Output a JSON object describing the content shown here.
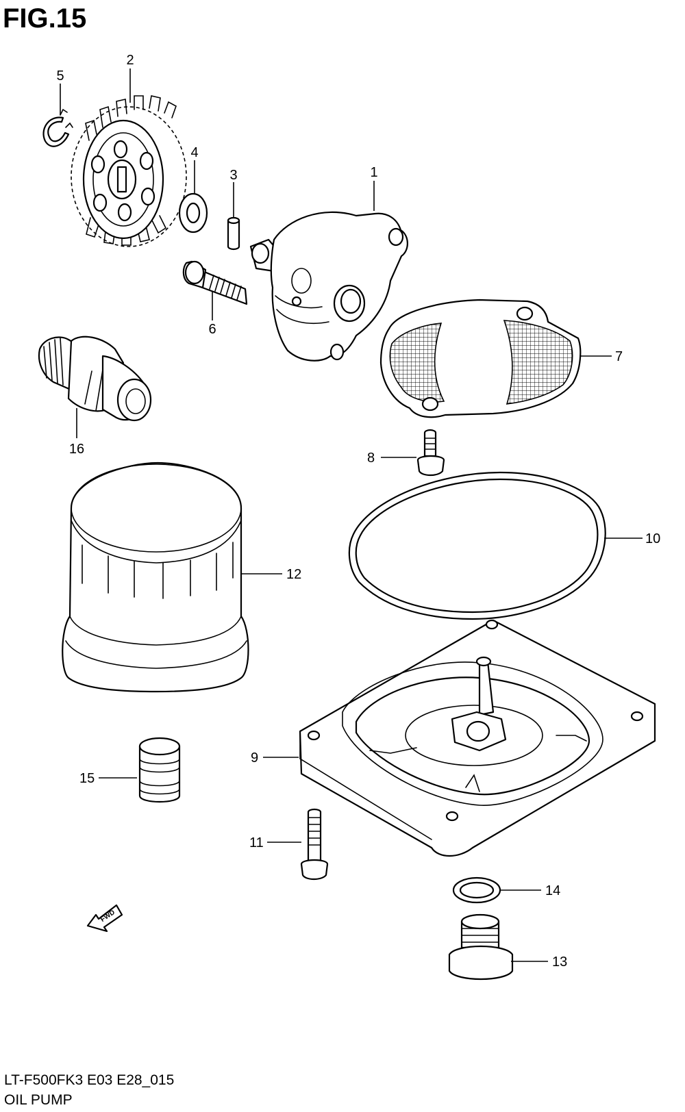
{
  "figure": {
    "title": "FIG.15",
    "model_code": "LT-F500FK3 E03 E28_015",
    "assembly_name": "OIL PUMP",
    "fwd_label": "FWD"
  },
  "callouts": [
    {
      "id": "p1",
      "label": "1"
    },
    {
      "id": "p2",
      "label": "2"
    },
    {
      "id": "p3",
      "label": "3"
    },
    {
      "id": "p4",
      "label": "4"
    },
    {
      "id": "p5",
      "label": "5"
    },
    {
      "id": "p6",
      "label": "6"
    },
    {
      "id": "p7",
      "label": "7"
    },
    {
      "id": "p8",
      "label": "8"
    },
    {
      "id": "p9",
      "label": "9"
    },
    {
      "id": "p10",
      "label": "10"
    },
    {
      "id": "p11",
      "label": "11"
    },
    {
      "id": "p12",
      "label": "12"
    },
    {
      "id": "p13",
      "label": "13"
    },
    {
      "id": "p14",
      "label": "14"
    },
    {
      "id": "p15",
      "label": "15"
    },
    {
      "id": "p16",
      "label": "16"
    }
  ]
}
